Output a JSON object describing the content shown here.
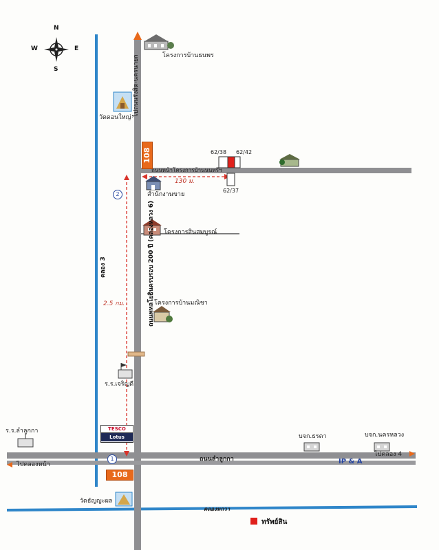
{
  "compass": {
    "n": "N",
    "s": "S",
    "e": "E",
    "w": "W"
  },
  "roads": {
    "main_vertical": "ถนนพหลโยธินครบรอบ 200 ปี (คลองหลวง 6)",
    "top_arrow_label": "ไปถนนรังสิต-นครนายก",
    "canal_vertical": "คลอง 3",
    "horizontal_main": "ถนนลำลูกกา",
    "left_arrow_label": "ไปคลองหน้า",
    "right_arrow_label": "ไปคลอง 4",
    "canal_bottom": "คลองหกวา",
    "side_road": "ถนนหน้าโครงการบ้านนนทรีฯ"
  },
  "places": {
    "baan_thanaporn": "โครงการบ้านธนพร",
    "wat_donyai": "วัดดอนใหญ่",
    "sales_office": "สำนักงานขาย",
    "project_sinsomboon": "โครงการสินสมบูรณ์",
    "baan_manisa": "โครงการบ้านมณิชา",
    "school_charoendee": "ร.ร.เจริญดี",
    "school_lamlukka": "ร.ร.ลำลูกกา",
    "wat_boonsomphan": "วัดธัญญะผล",
    "bank_thada": "บจก.ธรดา",
    "bank_nakhonluang": "บจก.นครหลวง"
  },
  "plots": {
    "a": "62/38",
    "b": "62/42",
    "c": "62/37"
  },
  "distances": {
    "side": "130 ม.",
    "main": "2.5 กม."
  },
  "markers": {
    "one": "1",
    "two": "2"
  },
  "brands": {
    "store108": "108",
    "tesco_top": "TESCO",
    "tesco_bottom": "Lotus",
    "ipa": "IP & A"
  },
  "legend": {
    "label": "ทรัพย์สิน"
  },
  "colors": {
    "road": "#8f8f92",
    "canal": "#2f86c9",
    "property": "#e0201b",
    "route": "#d9342b"
  }
}
